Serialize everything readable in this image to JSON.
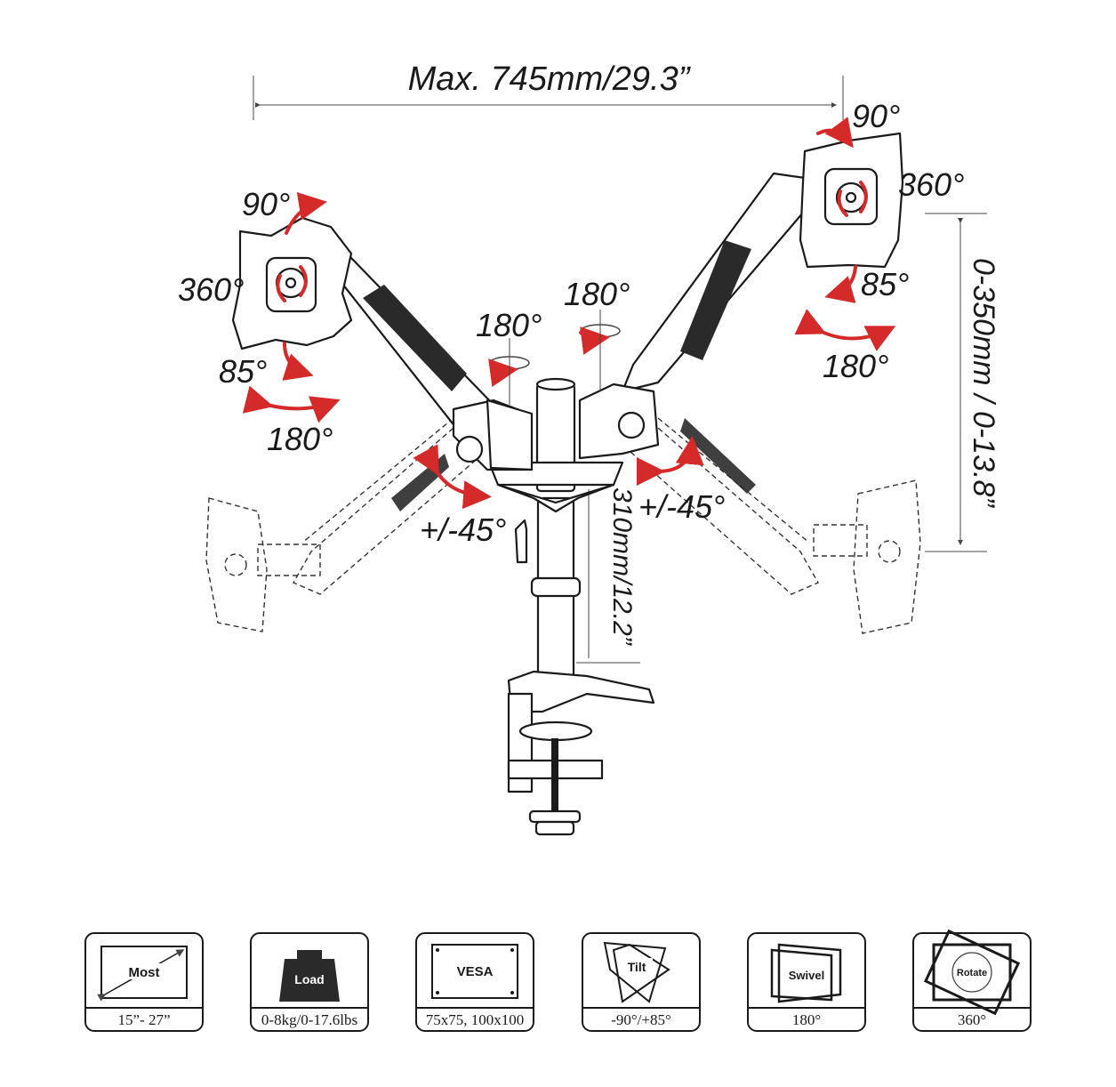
{
  "diagram": {
    "width_label": "Max. 745mm/29.3”",
    "height_label": "0-350mm / 0-13.8”",
    "pole_label": "310mm/12.2”",
    "left_arm": {
      "tilt_up": "90°",
      "rotate": "360°",
      "tilt_down": "85°",
      "swivel": "180°",
      "joint_swivel": "180°",
      "arm_angle": "+/-45°"
    },
    "right_arm": {
      "tilt_up": "90°",
      "rotate": "360°",
      "tilt_down": "85°",
      "swivel": "180°",
      "joint_swivel": "180°",
      "arm_angle": "+/-45°"
    }
  },
  "icons": [
    {
      "name": "screen-size",
      "inner": "Most",
      "caption": "15”- 27”"
    },
    {
      "name": "load",
      "inner": "Load",
      "caption": "0-8kg/0-17.6lbs"
    },
    {
      "name": "vesa",
      "inner": "VESA",
      "caption": "75x75, 100x100"
    },
    {
      "name": "tilt",
      "inner": "Tilt",
      "caption": "-90°/+85°"
    },
    {
      "name": "swivel",
      "inner": "Swivel",
      "caption": "180°"
    },
    {
      "name": "rotate",
      "inner": "Rotate",
      "caption": "360°"
    }
  ],
  "colors": {
    "accent": "#d42a2a",
    "ink": "#1a1a1a"
  }
}
